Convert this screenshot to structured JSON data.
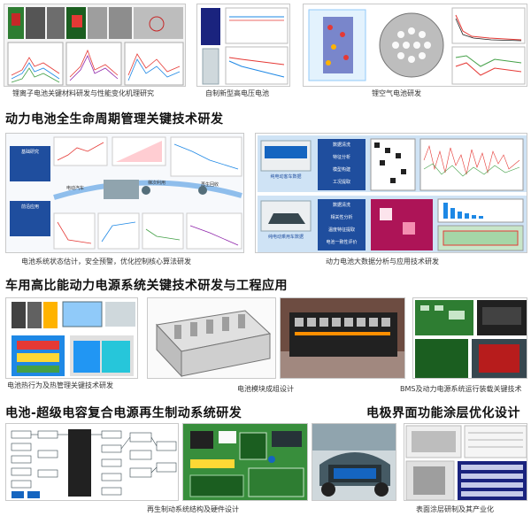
{
  "captions": {
    "lithium_ion_materials": "锂离子电池关键材料研发与性能变化机理研究",
    "new_high_voltage": "自制新型高电压电池",
    "lithium_air": "锂空气电池研发",
    "state_estimation": "电池系统状态估计，安全预警，优化控制核心算法研发",
    "big_data": "动力电池大数据分析与应用技术研发",
    "thermal_management": "电池热行为及热管理关键技术研发",
    "module_design": "电池模块成组设计",
    "bms_operation": "BMS及动力电源系统运行装载关键技术",
    "regen_hardware": "再生制动系统结构及硬件设计",
    "coating_industry": "表面涂层研制及其产业化"
  },
  "headings": {
    "lifecycle": "动力电池全生命周期管理关键技术研发",
    "high_ratio": "车用高比能动力电源系统关键技术研发与工程应用",
    "supercap": "电池-超级电容复合电源再生制动系统研发",
    "interface": "电极界面功能涂层优化设计"
  },
  "big_data_panel": {
    "bus_label": "纯电动客车数据",
    "car_label": "纯电动乘用车数据",
    "bus_steps": [
      "数据清洗",
      "特征分析",
      "模型构建",
      "工况提取"
    ],
    "car_steps": [
      "数据清洗",
      "相关性分析",
      "温度特征提取",
      "电池一致性评价"
    ]
  },
  "lifecycle_panel": {
    "top_box_title": "基础研究",
    "bottom_box_title": "前沿应用",
    "labels": [
      "电动汽车",
      "梯次利用",
      "再生回收"
    ]
  },
  "colors": {
    "heading": "#111111",
    "blue_box": "#1f4e9e",
    "accent_blue": "#2b6cb0",
    "arrow_blue": "#3b8ede",
    "heat_red": "#c62828",
    "heat_gray": "#e8e8e8"
  }
}
